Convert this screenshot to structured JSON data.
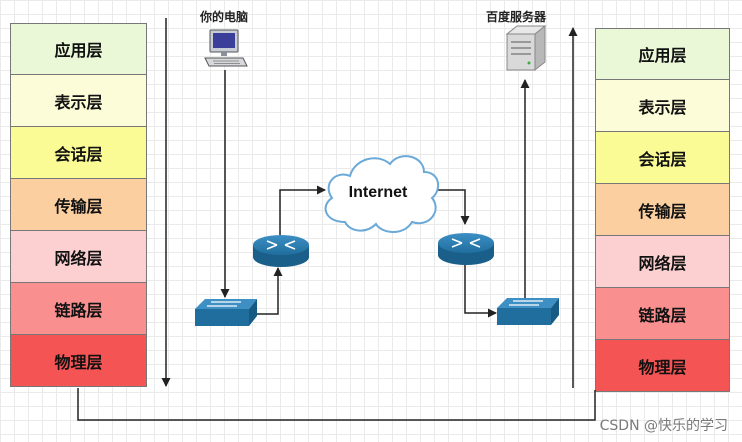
{
  "left_stack": {
    "layers": [
      {
        "label": "应用层",
        "color": "#eaf8d8"
      },
      {
        "label": "表示层",
        "color": "#fcfcd8"
      },
      {
        "label": "会话层",
        "color": "#fbfb95"
      },
      {
        "label": "传输层",
        "color": "#fbcfa0"
      },
      {
        "label": "网络层",
        "color": "#fcd0d0"
      },
      {
        "label": "链路层",
        "color": "#fa8f8f"
      },
      {
        "label": "物理层",
        "color": "#f45454"
      }
    ]
  },
  "right_stack": {
    "layers": [
      {
        "label": "应用层",
        "color": "#eaf8d8"
      },
      {
        "label": "表示层",
        "color": "#fcfcd8"
      },
      {
        "label": "会话层",
        "color": "#fbfb95"
      },
      {
        "label": "传输层",
        "color": "#fbcfa0"
      },
      {
        "label": "网络层",
        "color": "#fcd0d0"
      },
      {
        "label": "链路层",
        "color": "#fa8f8f"
      },
      {
        "label": "物理层",
        "color": "#f45454"
      }
    ]
  },
  "client": {
    "label": "你的电脑",
    "icon": "computer-icon"
  },
  "server": {
    "label": "百度服务器",
    "icon": "server-icon"
  },
  "cloud": {
    "label": "Internet",
    "icon": "cloud-icon"
  },
  "devices": {
    "router": "router-icon",
    "switch": "switch-icon",
    "color": "#1f6e9e"
  },
  "watermark": "CSDN @快乐的学习"
}
